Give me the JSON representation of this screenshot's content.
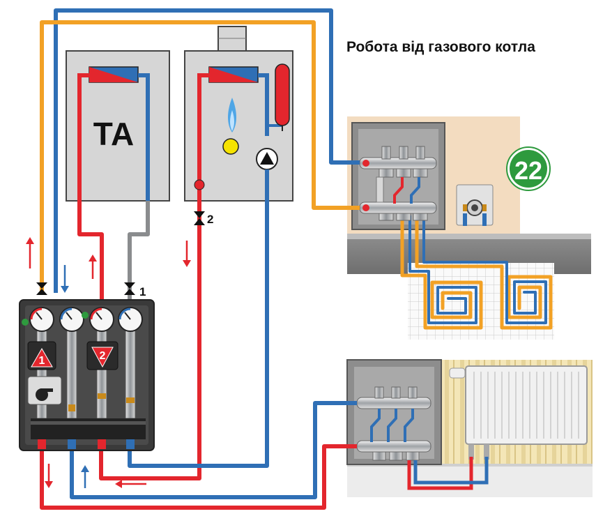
{
  "title": "Робота від газового котла",
  "solid_fuel_boiler_label": "ТА",
  "thermostat_display": "22",
  "valve_labels": [
    "1",
    "2"
  ],
  "pump_labels": [
    "1",
    "2"
  ],
  "colors": {
    "hot": "#e3262d",
    "cold": "#2f6fb5",
    "supply_orange": "#f2a125",
    "return_grey": "#8a8c8e",
    "boiler_body": "#d6d6d6",
    "cabinet": "#3a3a3a",
    "thermostat": "#2e9a3e"
  },
  "icons": [
    "heat-exchanger-icon",
    "flame-icon",
    "pump-icon",
    "expansion-tank-icon",
    "ball-valve-icon",
    "thermometer-gauge-icon",
    "flow-arrow-icon",
    "radiator-icon",
    "underfloor-heating-loop-icon"
  ]
}
